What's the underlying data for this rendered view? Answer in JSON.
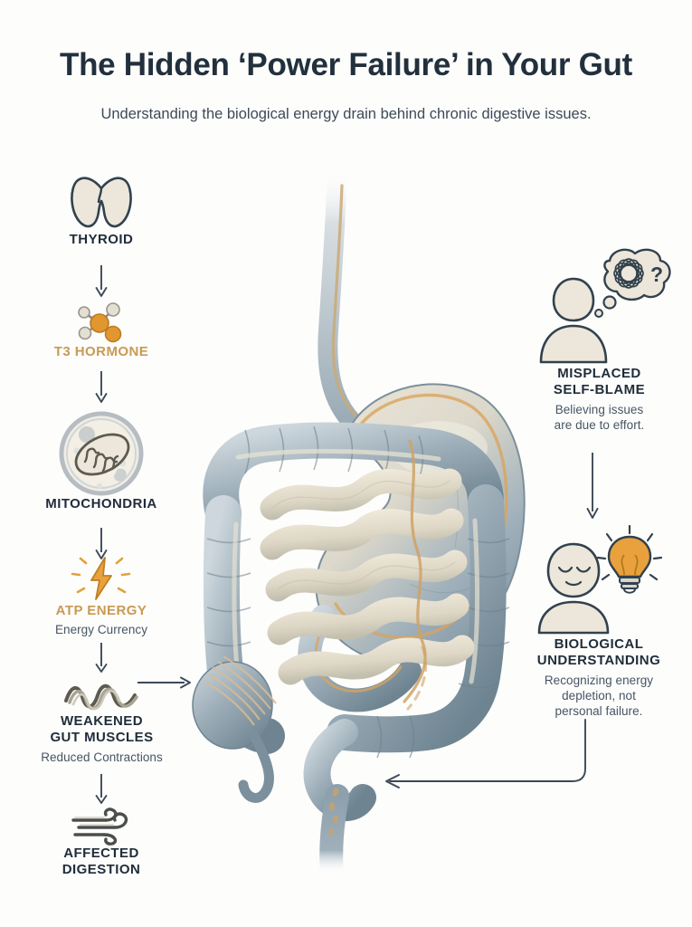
{
  "header": {
    "title": "The Hidden ‘Power Failure’ in Your Gut",
    "subtitle": "Understanding the biological energy drain behind chronic digestive issues."
  },
  "colors": {
    "background": "#fdfdfc",
    "ink": "#22303d",
    "body_text": "#465564",
    "gold": "#c89a53",
    "amber": "#e8a13c",
    "cream": "#ece7da",
    "slate": "#7d8e9b",
    "connector": "#3c4a56"
  },
  "left_chain": [
    {
      "id": "thyroid",
      "icon": "thyroid-gland-icon",
      "label": "THYROID",
      "sub": "",
      "label_color": "ink"
    },
    {
      "id": "t3-hormone",
      "icon": "molecule-icon",
      "label": "T3 HORMONE",
      "sub": "",
      "label_color": "gold"
    },
    {
      "id": "mitochondria",
      "icon": "mitochondria-cell-icon",
      "label": "MITOCHONDRIA",
      "sub": "",
      "label_color": "ink"
    },
    {
      "id": "atp-energy",
      "icon": "lightning-bolt-icon",
      "label": "ATP ENERGY",
      "sub": "Energy Currency",
      "label_color": "gold"
    },
    {
      "id": "weakened-gut-muscles",
      "icon": "muscle-wave-icon",
      "label": "WEAKENED\nGUT MUSCLES",
      "sub": "Reduced Contractions",
      "label_color": "ink"
    },
    {
      "id": "affected-digestion",
      "icon": "wind-flow-icon",
      "label": "AFFECTED\nDIGESTION",
      "sub": "",
      "label_color": "ink"
    }
  ],
  "right_chain": [
    {
      "id": "misplaced-self-blame",
      "icon": "person-thought-bubble-icon",
      "label": "MISPLACED\nSELF-BLAME",
      "sub": "Believing issues\nare due to effort.",
      "label_color": "ink"
    },
    {
      "id": "biological-understanding",
      "icon": "person-lightbulb-icon",
      "label": "BIOLOGICAL\nUNDERSTANDING",
      "sub": "Recognizing energy\ndepletion, not\npersonal failure.",
      "label_color": "ink"
    }
  ],
  "illustration": {
    "name": "human-digestive-system-anatomy",
    "parts": [
      "esophagus",
      "stomach",
      "duodenum",
      "small-intestine",
      "large-intestine",
      "cecum",
      "rectum"
    ]
  },
  "connectors": [
    {
      "id": "thyroid-to-t3",
      "type": "down-arrow"
    },
    {
      "id": "t3-to-mitochondria",
      "type": "down-arrow"
    },
    {
      "id": "mitochondria-to-atp",
      "type": "down-arrow"
    },
    {
      "id": "atp-to-gut",
      "type": "right-arrow"
    },
    {
      "id": "atp-to-muscles",
      "type": "down-arrow"
    },
    {
      "id": "muscles-to-digestion",
      "type": "down-arrow"
    },
    {
      "id": "self-blame-to-understanding",
      "type": "down-arrow"
    },
    {
      "id": "understanding-to-gut",
      "type": "elbow-left-arrow"
    }
  ]
}
